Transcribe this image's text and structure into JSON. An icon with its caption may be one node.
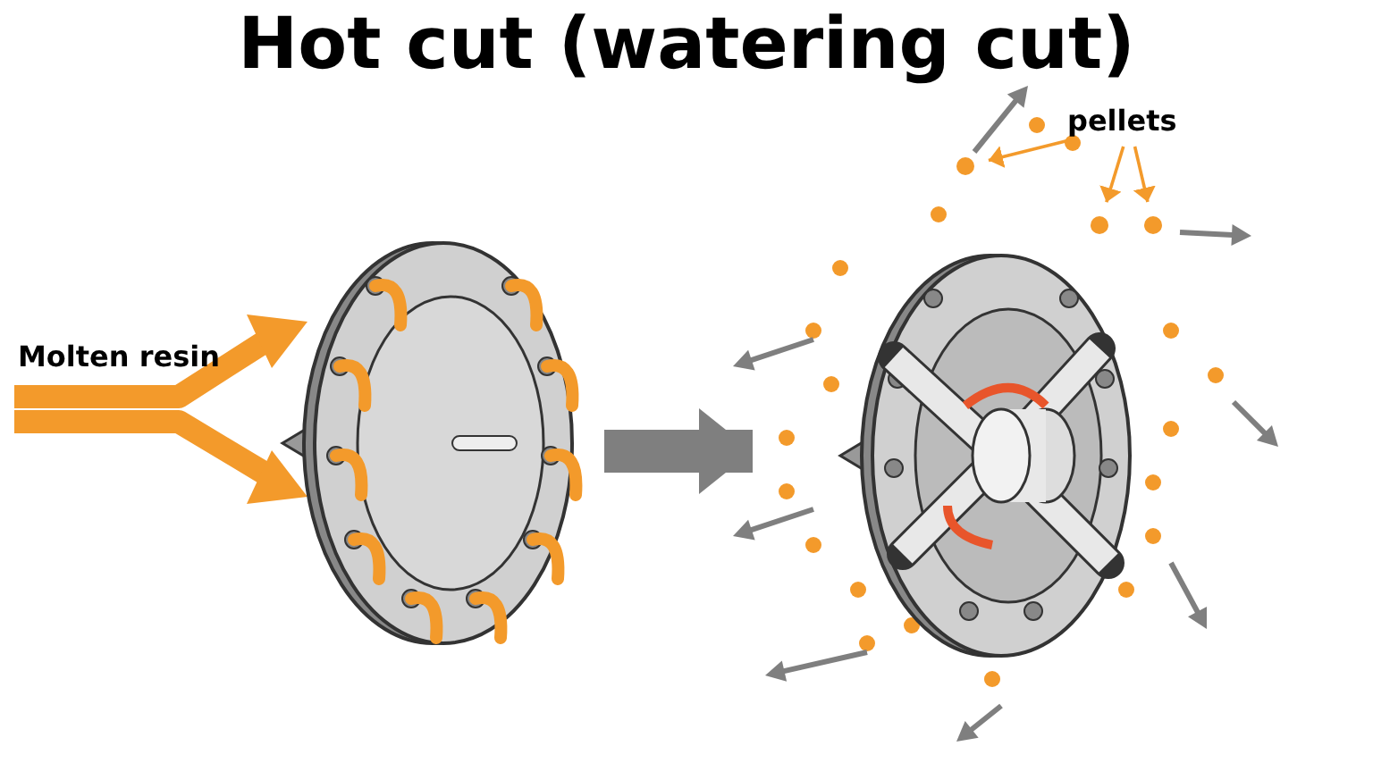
{
  "diagram": {
    "title": "Hot cut (watering cut)",
    "nodes": [
      {
        "text": [],
        "shape": "picture"
      },
      {
        "text": [],
        "shape": "picture"
      },
      {
        "text": [
          "pellets"
        ]
      },
      {
        "text": [],
        "shape": "circle"
      },
      {
        "text": [],
        "shape": "circle"
      },
      {
        "text": [],
        "shape": "circle"
      }
    ],
    "edges": [
      {
        "from": 0,
        "to": 1,
        "arrow": "to",
        "style": "thick",
        "color": "#7f7f7f"
      },
      {
        "from": 2,
        "to": 3,
        "arrow": "to"
      },
      {
        "from": 2,
        "to": 4,
        "arrow": "to"
      },
      {
        "from": 2,
        "to": 5,
        "arrow": "to"
      }
    ],
    "labels": [
      "Molten resin"
    ]
  }
}
